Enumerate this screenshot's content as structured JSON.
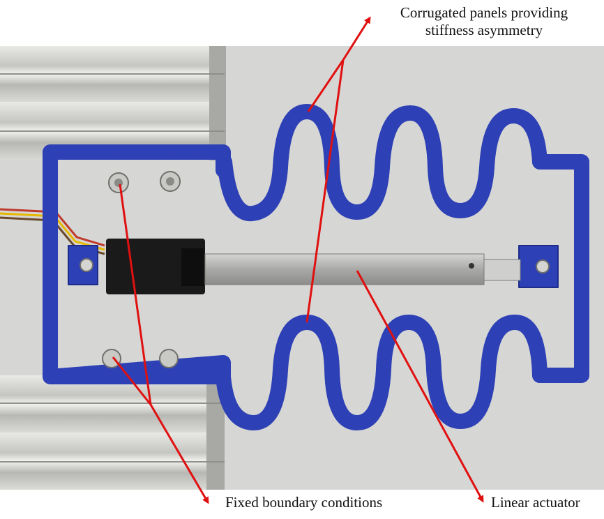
{
  "annotations": {
    "corrugated_line1": "Corrugated panels providing",
    "corrugated_line2": "stiffness asymmetry",
    "fixed_boundary": "Fixed boundary conditions",
    "linear_actuator": "Linear actuator"
  },
  "colors": {
    "background": "#ffffff",
    "backdrop": "#d8d8d6",
    "frame_blue": "#2d40b5",
    "frame_blue_dark": "#1f2d8a",
    "aluminum": "#c9c9c6",
    "actuator_body": "#1a1a1a",
    "actuator_rod": "#b8b8b8",
    "arrow": "#e01010"
  }
}
